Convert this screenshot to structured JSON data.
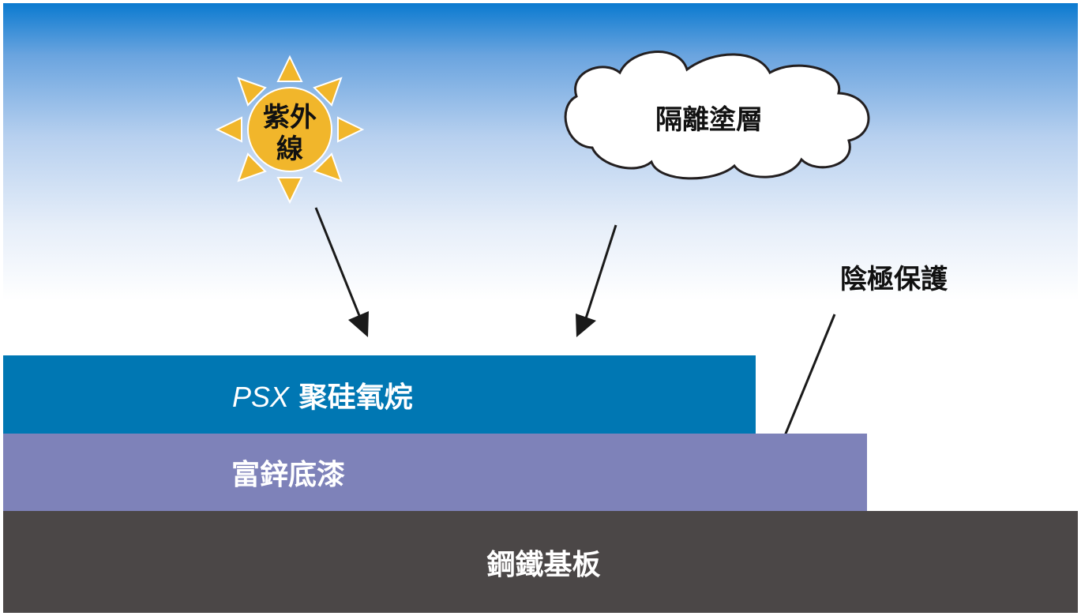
{
  "labels": {
    "uv_line1": "紫外",
    "uv_line2": "線",
    "barrier_coating": "隔離塗層",
    "cathodic_protection": "陰極保護"
  },
  "layers": {
    "psx_prefix": "PSX",
    "psx_name": "聚硅氧烷",
    "primer": "富鋅底漆",
    "steel": "鋼鐵基板"
  },
  "colors": {
    "sky_top": "#0b7ad0",
    "sun_fill": "#f1b62b",
    "sun_ray": "#f1b62b",
    "psx_layer": "#0077b3",
    "primer_layer": "#7e82b9",
    "steel_layer": "#4b4747",
    "arrow": "#1a1a1a"
  },
  "icons": {
    "sun": "sun-icon",
    "cloud": "cloud-icon"
  }
}
